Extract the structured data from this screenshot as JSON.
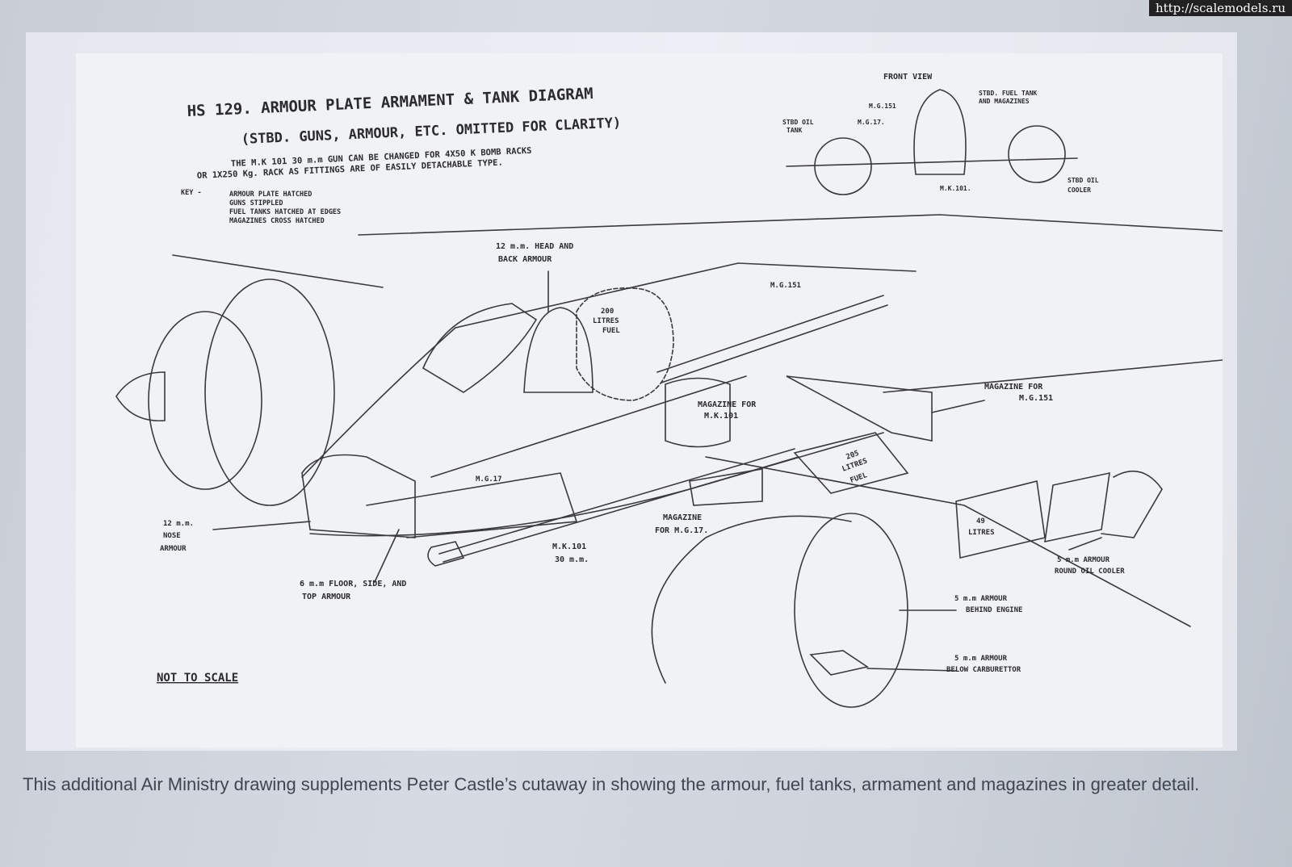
{
  "watermark": "http://scalemodels.ru",
  "diagram": {
    "title": "HS 129. ARMOUR PLATE ARMAMENT & TANK DIAGRAM",
    "subtitle": "(STBD. GUNS, ARMOUR, ETC. OMITTED FOR CLARITY)",
    "note_line1": "THE M.K 101 30 m.m GUN CAN BE CHANGED FOR 4X50 K BOMB RACKS",
    "note_line2": "OR 1X250 Kg. RACK AS FITTINGS ARE OF EASILY DETACHABLE TYPE.",
    "key": {
      "label": "KEY -",
      "lines": [
        "ARMOUR PLATE HATCHED",
        "GUNS STIPPLED",
        "FUEL TANKS HATCHED AT EDGES",
        "MAGAZINES CROSS HATCHED"
      ]
    },
    "front_view": {
      "title": "FRONT VIEW",
      "labels": {
        "stbd_oil_tank_1": "STBD OIL",
        "stbd_oil_tank_2": "TANK",
        "mg151": "M.G.151",
        "mg17": "M.G.17.",
        "stbd_fuel_1": "STBD. FUEL TANK",
        "stbd_fuel_2": "AND MAGAZINES",
        "mk101": "M.K.101.",
        "stbd_oil_cooler_1": "STBD OIL",
        "stbd_oil_cooler_2": "COOLER"
      }
    },
    "labels": {
      "head_armour_1": "12 m.m. HEAD AND",
      "head_armour_2": "BACK ARMOUR",
      "fuel200_1": "200",
      "fuel200_2": "LITRES",
      "fuel200_3": "FUEL",
      "mg151": "M.G.151",
      "mag_mk101_1": "MAGAZINE FOR",
      "mag_mk101_2": "M.K.101",
      "mag_mg151_1": "MAGAZINE FOR",
      "mag_mg151_2": "M.G.151",
      "mg17": "M.G.17",
      "fuel205_1": "205",
      "fuel205_2": "LITRES",
      "fuel205_3": "FUEL",
      "fuel49_1": "49",
      "fuel49_2": "LITRES",
      "nose_armour_1": "12 m.m.",
      "nose_armour_2": "NOSE",
      "nose_armour_3": "ARMOUR",
      "mag_mg17_1": "MAGAZINE",
      "mag_mg17_2": "FOR M.G.17.",
      "mk101_1": "M.K.101",
      "mk101_2": "30 m.m.",
      "floor_armour_1": "6 m.m FLOOR, SIDE, AND",
      "floor_armour_2": "TOP ARMOUR",
      "oil_cooler_1": "5 m.m ARMOUR",
      "oil_cooler_2": "ROUND OIL COOLER",
      "behind_engine_1": "5 m.m ARMOUR",
      "behind_engine_2": "BEHIND ENGINE",
      "carb_1": "5 m.m ARMOUR",
      "carb_2": "BELOW CARBURETTOR",
      "not_to_scale": "NOT TO SCALE"
    }
  },
  "caption": "This additional Air Ministry drawing supplements Peter Castle’s cutaway in showing the armour, fuel tanks, armament and magazines in greater detail."
}
